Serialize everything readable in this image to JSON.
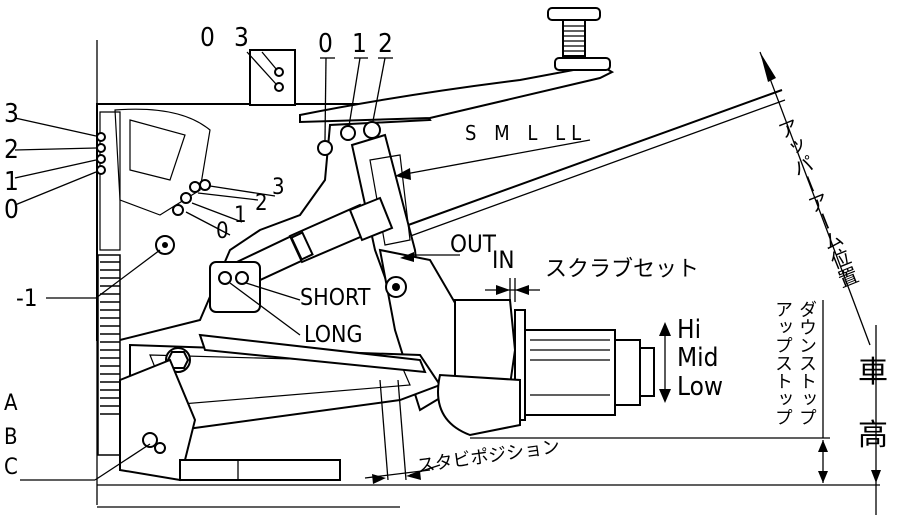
{
  "upper_arm_mount_holes": {
    "left": "0",
    "right": "3"
  },
  "upper_arm_holes": [
    "0",
    "1",
    "2"
  ],
  "arm_length_options": "S  M  L  LL",
  "shock_tower_holes": [
    "3",
    "2",
    "1",
    "0"
  ],
  "shock_arc_holes": [
    "0",
    "1",
    "2",
    "3"
  ],
  "shock_low_label": "-1",
  "upper_arm_position_label": "アッパーアーム位置",
  "out_label": "OUT",
  "in_label": "IN",
  "scrub_set_label": "スクラブセット",
  "short_label": "SHORT",
  "long_label": "LONG",
  "height_hi": "Hi",
  "height_mid": "Mid",
  "height_low": "Low",
  "down_stop_label": "ダウンストップ",
  "up_stop_label": "アップストップ",
  "ride_height_label_1": "車",
  "ride_height_label_2": "高",
  "stab_position_label": "スタビポジション",
  "lower_letters": [
    "A",
    "B",
    "C"
  ]
}
